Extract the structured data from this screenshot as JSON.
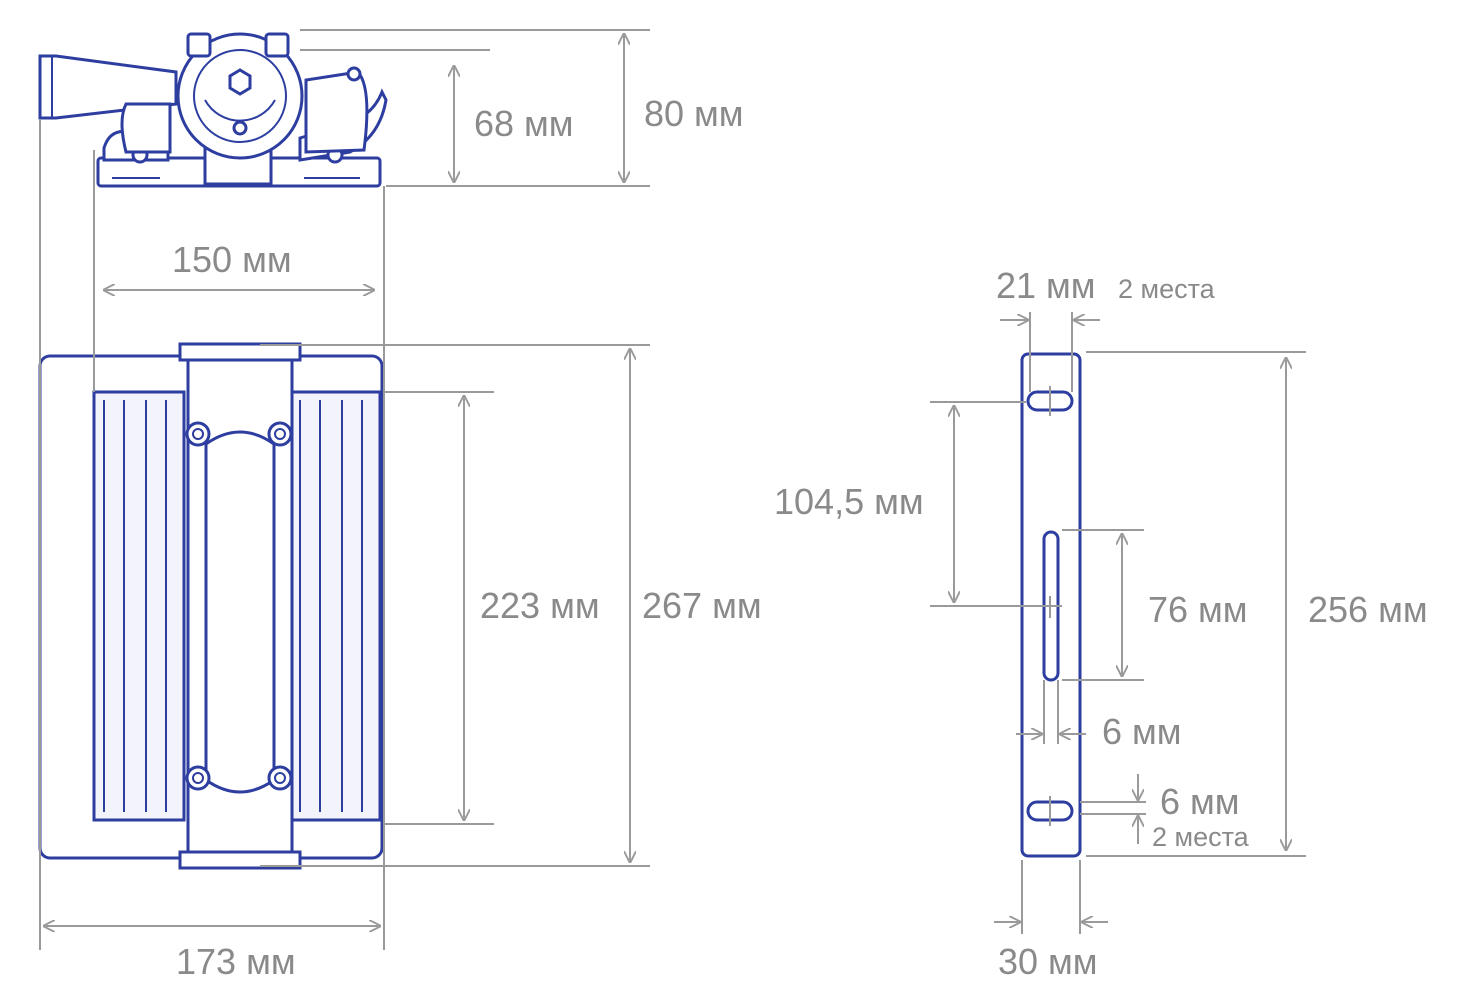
{
  "drawing": {
    "colors": {
      "part_stroke": "#2d3ea0",
      "dimension_stroke": "#9a9a9a",
      "label_text": "#8a8a8a",
      "background": "#ffffff"
    },
    "front_view": {
      "height_mount_label": "68 мм",
      "height_total_label": "80 мм",
      "bracket_width_label": "150 мм"
    },
    "body_view": {
      "inner_height_label": "223 мм",
      "outer_height_label": "267 мм",
      "total_width_label": "173 мм"
    },
    "bracket_view": {
      "hole_width_label": "21 мм",
      "hole_count_note": "2 места",
      "hole_spacing_label": "104,5 мм",
      "slot_length_label": "76 мм",
      "slot_width_label": "6 мм",
      "hole_height_label": "6 мм",
      "hole_height_note": "2 места",
      "bracket_length_label": "256 мм",
      "bracket_width_label": "30 мм"
    }
  }
}
